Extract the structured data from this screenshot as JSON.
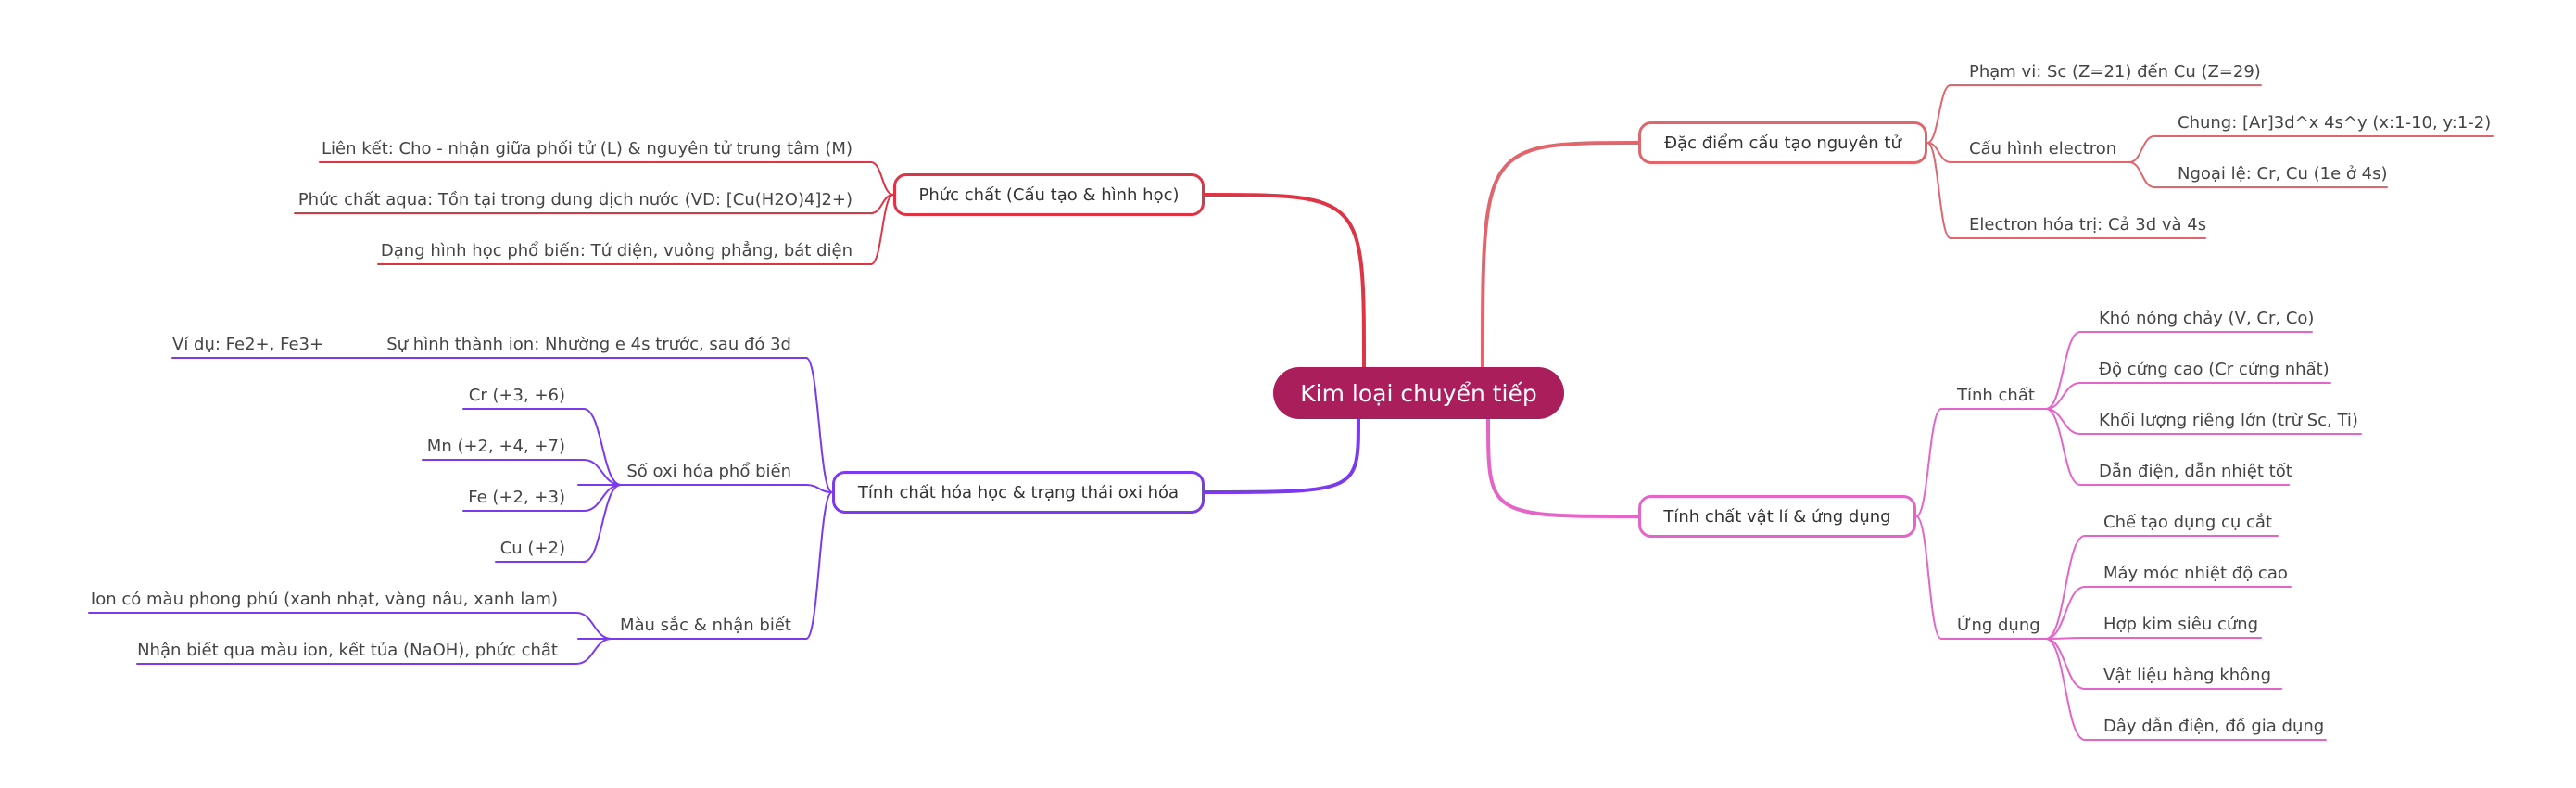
{
  "root": "Kim loại chuyển tiếp",
  "colors": {
    "root": "#ab1e5c",
    "structure": "#e0666e",
    "physical": "#e465c8",
    "complex": "#dc3545",
    "chemical": "#7c3aed"
  },
  "branches": {
    "structure": {
      "label": "Đặc điểm cấu tạo nguyên tử",
      "items": [
        "Phạm vi: Sc (Z=21) đến Cu (Z=29)",
        "Cấu hình electron",
        "Electron hóa trị: Cả 3d và 4s"
      ],
      "config": [
        "Chung: [Ar]3d^x 4s^y (x:1-10, y:1-2)",
        "Ngoại lệ: Cr, Cu (1e ở 4s)"
      ]
    },
    "physical": {
      "label": "Tính chất vật lí & ứng dụng",
      "properties_label": "Tính chất",
      "properties": [
        "Khó nóng chảy (V, Cr, Co)",
        "Độ cứng cao (Cr cứng nhất)",
        "Khối lượng riêng lớn (trừ Sc, Ti)",
        "Dẫn điện, dẫn nhiệt tốt"
      ],
      "uses_label": "Ứng dụng",
      "uses": [
        "Chế tạo dụng cụ cắt",
        "Máy móc nhiệt độ cao",
        "Hợp kim siêu cứng",
        "Vật liệu hàng không",
        "Dây dẫn điện, đồ gia dụng"
      ]
    },
    "complex": {
      "label": "Phức chất (Cấu tạo & hình học)",
      "items": [
        "Liên kết: Cho - nhận giữa phối tử (L) & nguyên tử trung tâm (M)",
        "Phức chất aqua: Tồn tại trong dung dịch nước (VD: [Cu(H2O)4]2+)",
        "Dạng hình học phổ biến: Tứ diện, vuông phẳng, bát diện"
      ]
    },
    "chemical": {
      "label": "Tính chất hóa học & trạng thái oxi hóa",
      "ion_formation": "Sự hình thành ion: Nhường e 4s trước, sau đó 3d",
      "ion_example": "Ví dụ: Fe2+, Fe3+",
      "oxidation_label": "Số oxi hóa phổ biến",
      "oxidation": [
        "Cr (+3, +6)",
        "Mn (+2, +4, +7)",
        "Fe (+2, +3)",
        "Cu (+2)"
      ],
      "color_label": "Màu sắc & nhận biết",
      "color_items": [
        "Ion có màu phong phú (xanh nhạt, vàng nâu, xanh lam)",
        "Nhận biết qua màu ion, kết tủa (NaOH), phức chất"
      ]
    }
  }
}
